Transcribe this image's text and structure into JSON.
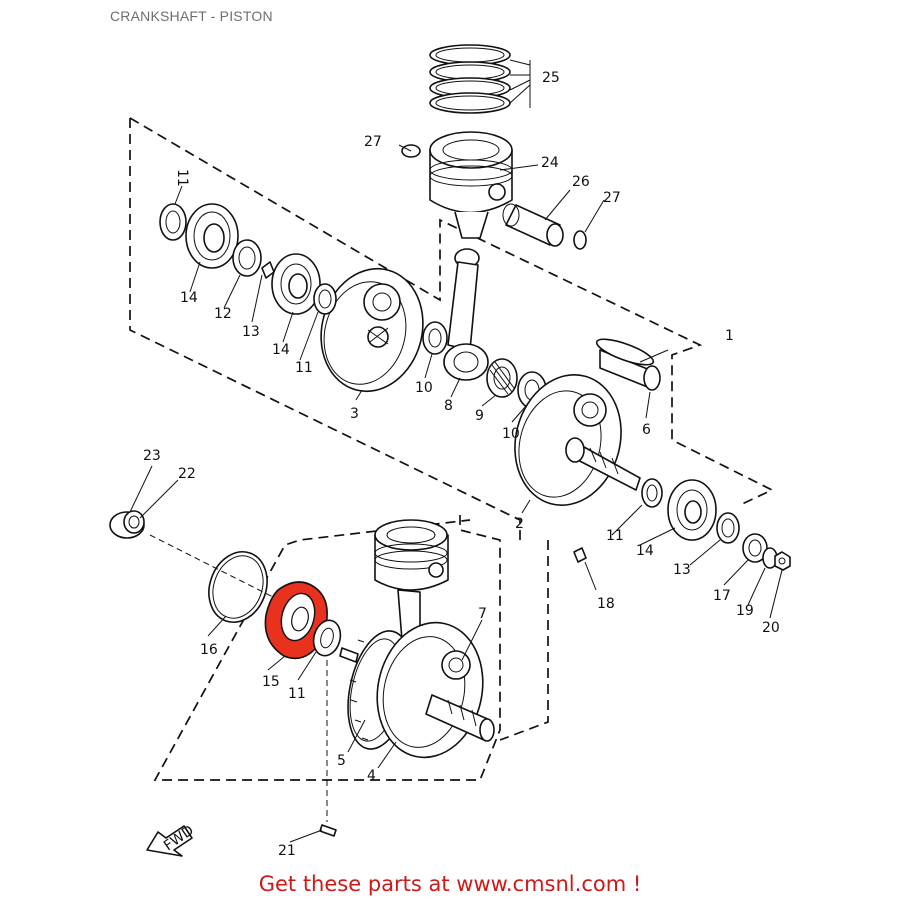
{
  "header": {
    "title": "CRANKSHAFT - PISTON"
  },
  "footer": {
    "text": "Get these parts at www.cmsnl.com !"
  },
  "highlight_color": "#e8321e",
  "callouts": [
    {
      "id": "c1",
      "label": "1"
    },
    {
      "id": "c2",
      "label": "2"
    },
    {
      "id": "c3",
      "label": "3"
    },
    {
      "id": "c4",
      "label": "4"
    },
    {
      "id": "c5",
      "label": "5"
    },
    {
      "id": "c6",
      "label": "6"
    },
    {
      "id": "c7",
      "label": "7"
    },
    {
      "id": "c8",
      "label": "8"
    },
    {
      "id": "c9",
      "label": "9"
    },
    {
      "id": "c10a",
      "label": "10"
    },
    {
      "id": "c10b",
      "label": "10"
    },
    {
      "id": "c11a",
      "label": "11"
    },
    {
      "id": "c11b",
      "label": "11"
    },
    {
      "id": "c11c",
      "label": "11"
    },
    {
      "id": "c11d",
      "label": "11"
    },
    {
      "id": "c12",
      "label": "12"
    },
    {
      "id": "c13a",
      "label": "13"
    },
    {
      "id": "c13b",
      "label": "13"
    },
    {
      "id": "c14a",
      "label": "14"
    },
    {
      "id": "c14b",
      "label": "14"
    },
    {
      "id": "c14c",
      "label": "14"
    },
    {
      "id": "c15",
      "label": "15"
    },
    {
      "id": "c16",
      "label": "16"
    },
    {
      "id": "c17",
      "label": "17"
    },
    {
      "id": "c18",
      "label": "18"
    },
    {
      "id": "c19",
      "label": "19"
    },
    {
      "id": "c20",
      "label": "20"
    },
    {
      "id": "c21",
      "label": "21"
    },
    {
      "id": "c22",
      "label": "22"
    },
    {
      "id": "c23",
      "label": "23"
    },
    {
      "id": "c24",
      "label": "24"
    },
    {
      "id": "c25",
      "label": "25"
    },
    {
      "id": "c26",
      "label": "26"
    },
    {
      "id": "c27a",
      "label": "27"
    },
    {
      "id": "c27b",
      "label": "27"
    }
  ],
  "fwd_label": "FWD"
}
